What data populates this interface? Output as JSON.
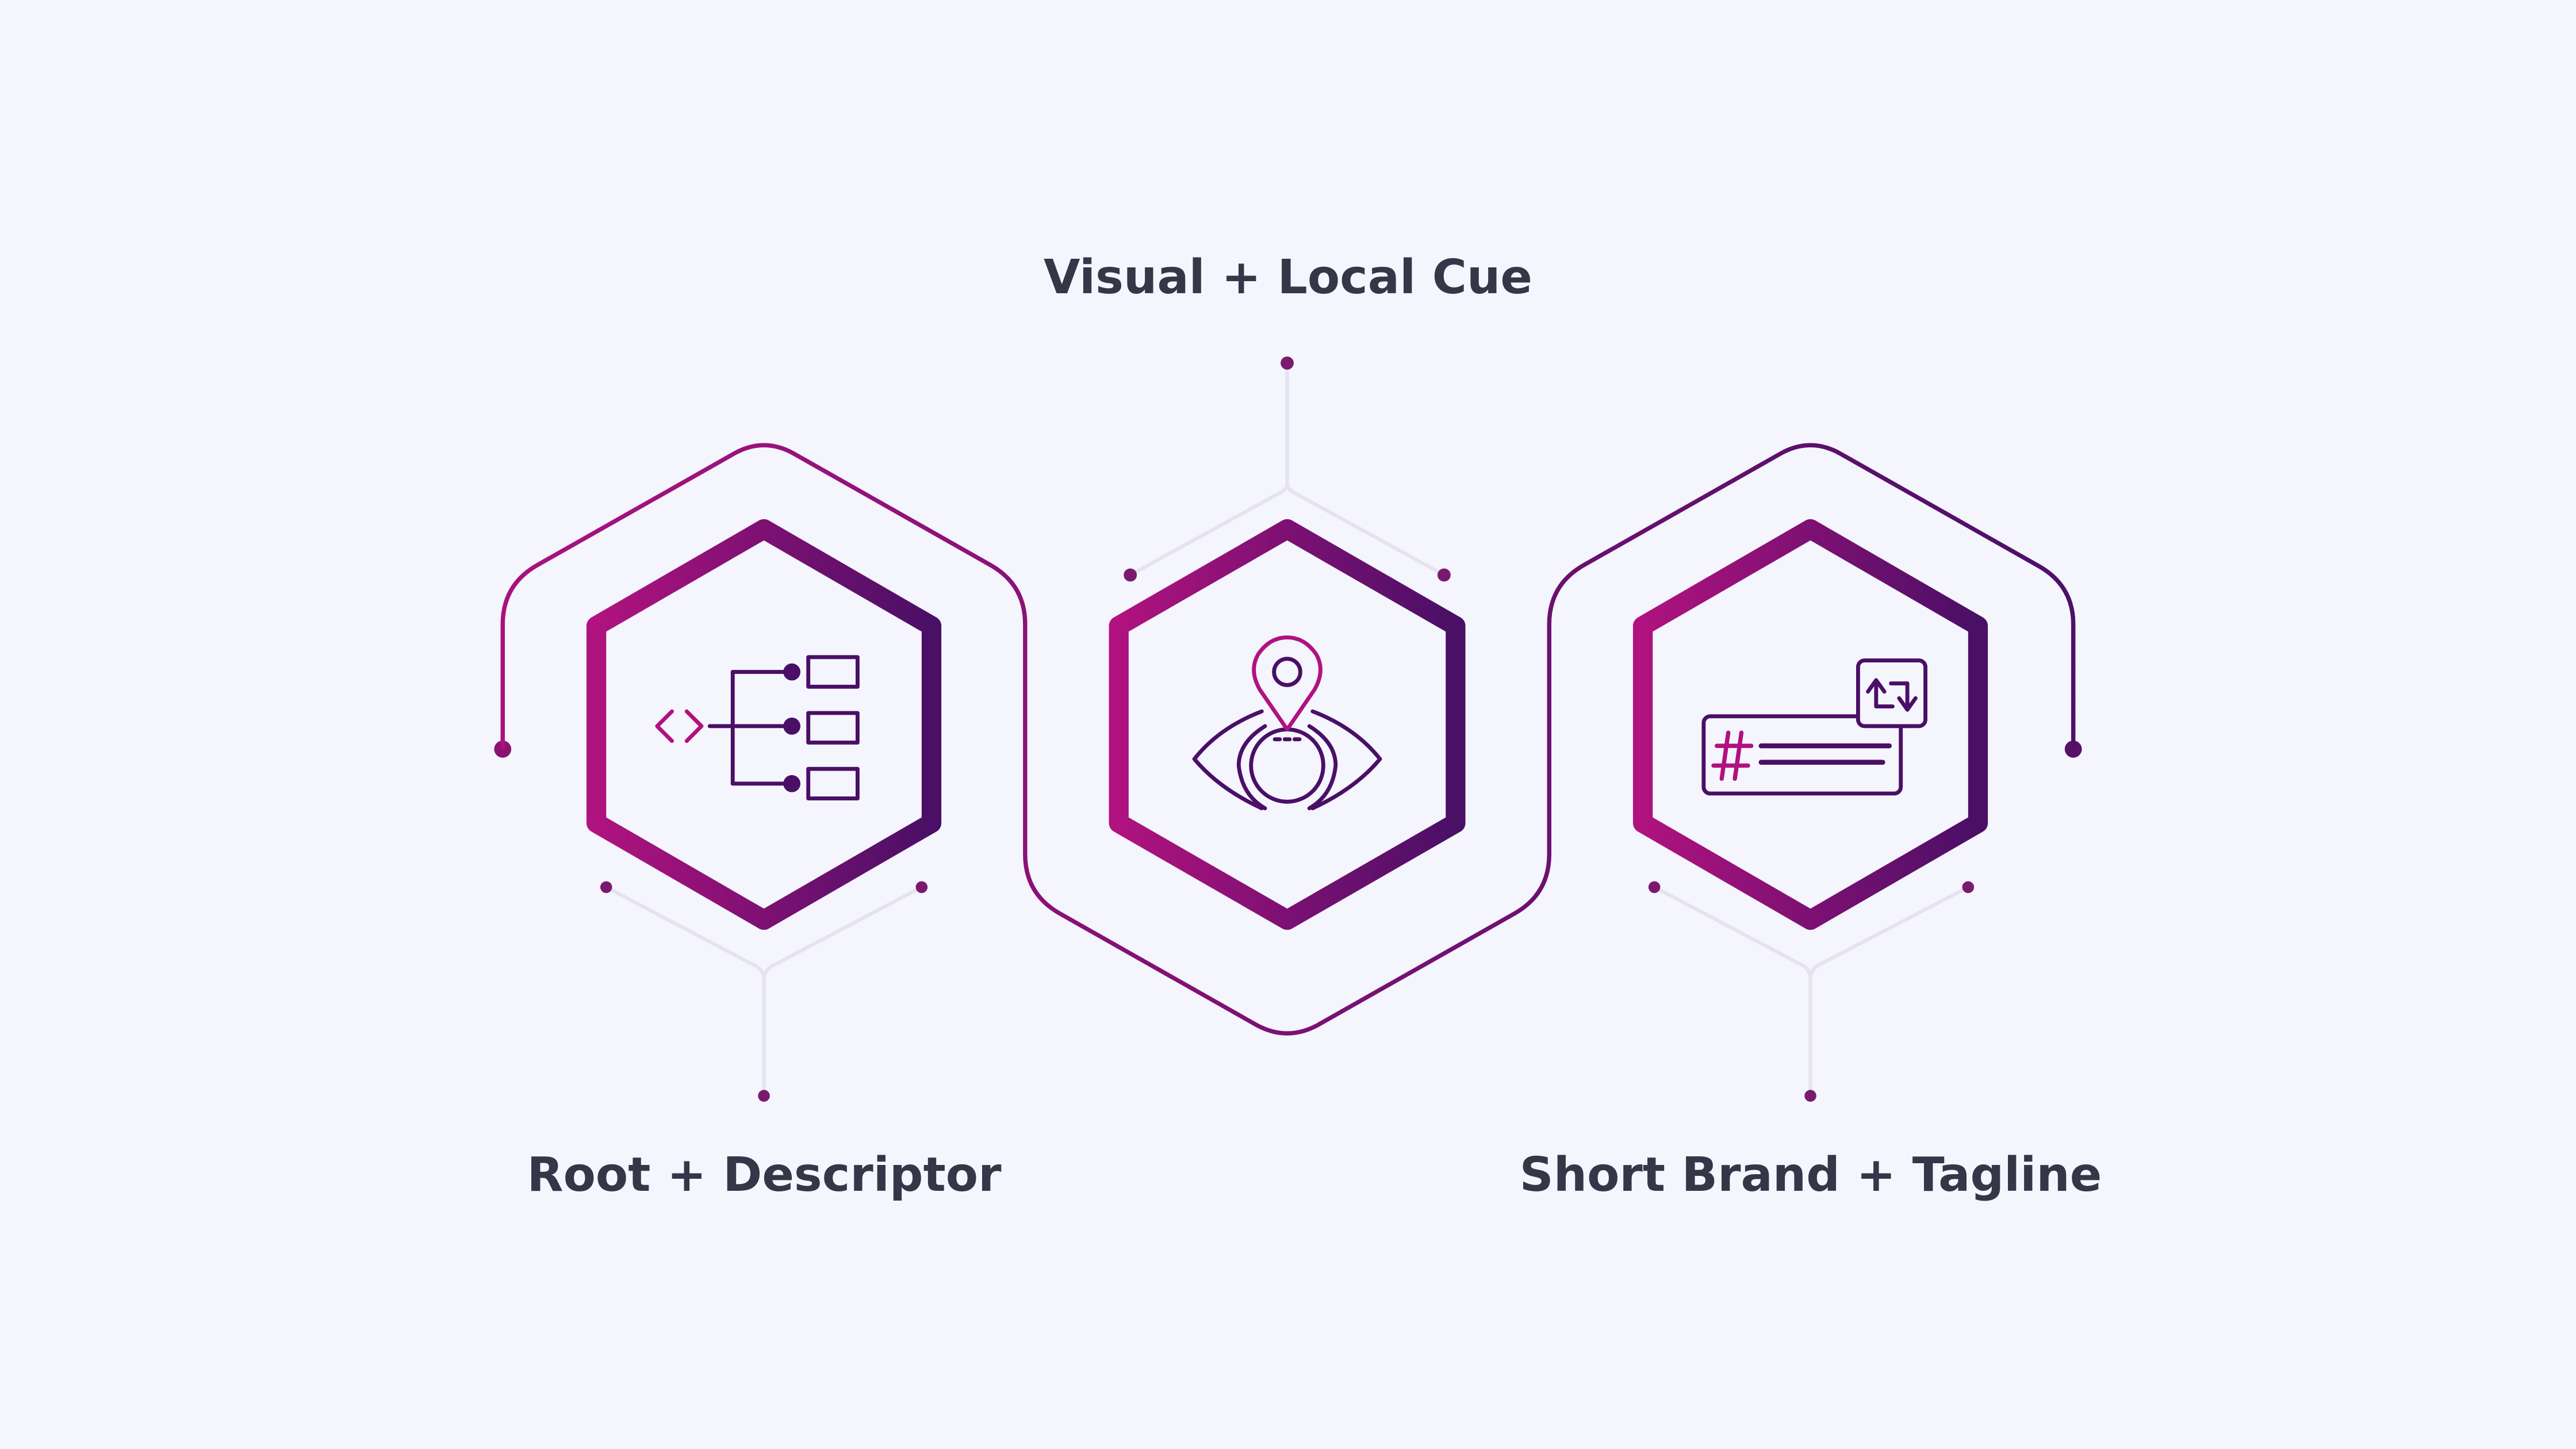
{
  "diagram": {
    "labels": {
      "top": "Visual + Local Cue",
      "left": "Root + Descriptor",
      "right": "Short Brand + Tagline"
    },
    "icons": {
      "left": "code-hierarchy-icon",
      "center": "eye-location-pin-icon",
      "right": "hashtag-retweet-post-icon"
    },
    "colors": {
      "background": "#f5f5fd",
      "magenta": "#b0127f",
      "purple": "#4a0f66",
      "connector": "#e4e3ef",
      "text": "#353748"
    }
  }
}
